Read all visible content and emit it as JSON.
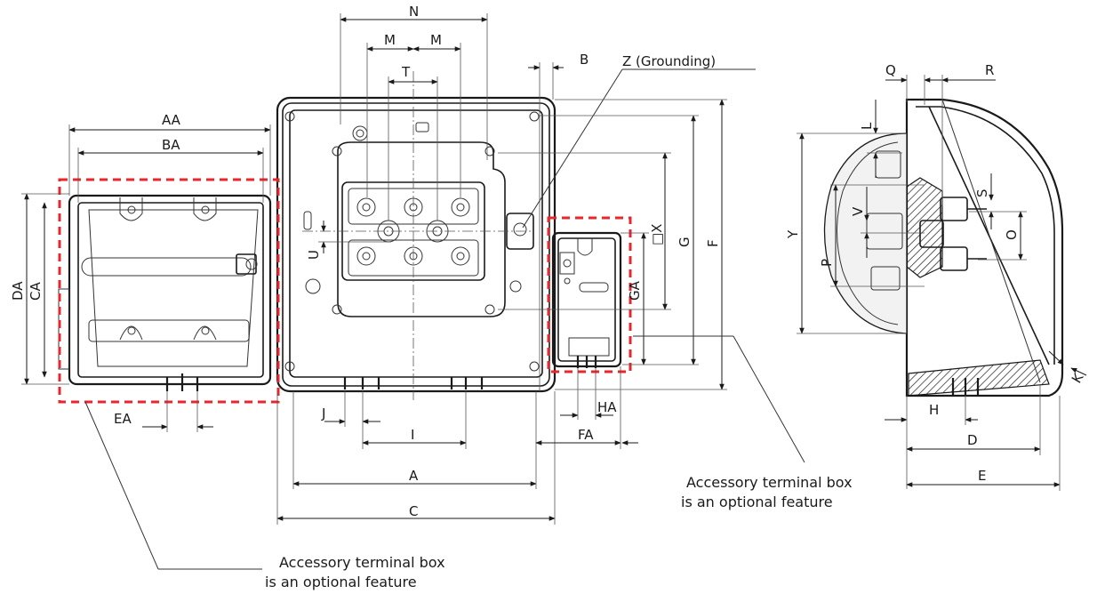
{
  "labels": {
    "N": "N",
    "M1": "M",
    "M2": "M",
    "T": "T",
    "B": "B",
    "Z": "Z (Grounding)",
    "AA": "AA",
    "BA": "BA",
    "DA": "DA",
    "CA": "CA",
    "U": "U",
    "X": "□X",
    "G": "G",
    "F": "F",
    "GA": "GA",
    "J": "J",
    "I": "I",
    "A": "A",
    "C": "C",
    "EA": "EA",
    "FA": "FA",
    "HA": "HA",
    "Q": "Q",
    "R": "R",
    "L": "L",
    "S": "S",
    "V": "V",
    "Y": "Y",
    "O": "O",
    "P": "P",
    "H": "H",
    "D": "D",
    "E": "E",
    "K": "K"
  },
  "notes": {
    "right_line1": "Accessory terminal box",
    "right_line2": "is an optional feature",
    "left_line1": "Accessory terminal box",
    "left_line2": "is an optional feature"
  },
  "colors": {
    "line": "#1a1a1a",
    "optional_box": "#e8262b"
  }
}
